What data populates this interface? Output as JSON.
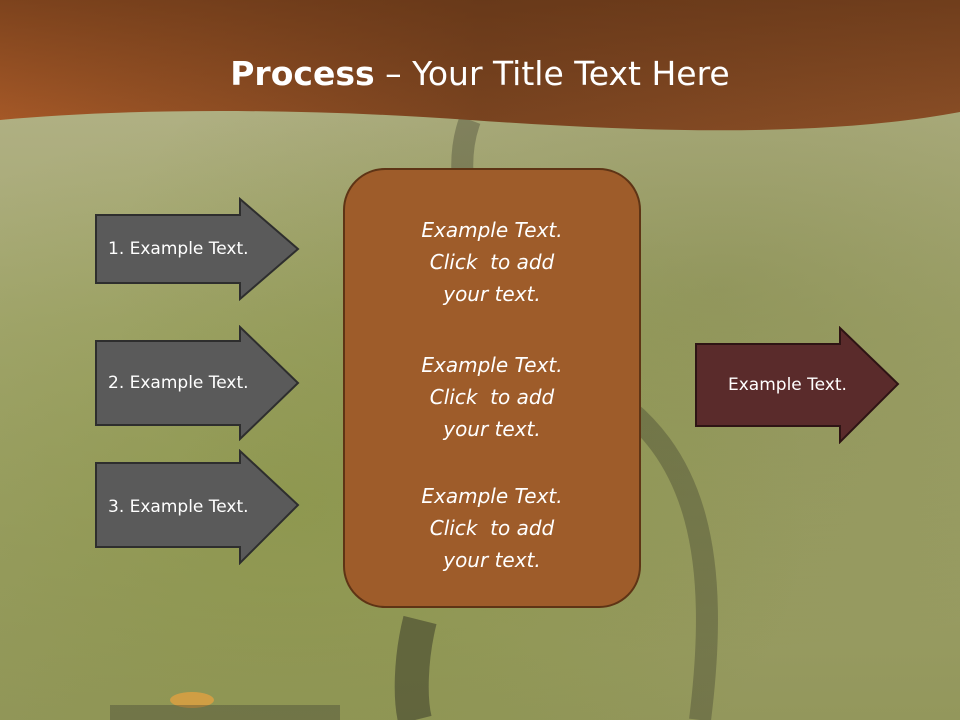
{
  "title": {
    "bold": "Process",
    "rest": " – Your Title Text Here"
  },
  "left_arrows": [
    {
      "label": "1. Example Text."
    },
    {
      "label": "2. Example Text."
    },
    {
      "label": "3. Example Text."
    }
  ],
  "center_box": {
    "items": [
      {
        "line1": "Example Text.",
        "line2": "Click  to add",
        "line3": "your text."
      },
      {
        "line1": "Example Text.",
        "line2": "Click  to add",
        "line3": "your text."
      },
      {
        "line1": "Example Text.",
        "line2": "Click  to add",
        "line3": "your text."
      }
    ]
  },
  "right_arrow": {
    "label": "Example Text."
  },
  "colors": {
    "header": "#8a4b22",
    "left_arrow_fill": "#5a5a5a",
    "center_box_fill": "#9e5c2a",
    "right_arrow_fill": "#5a2b2b"
  }
}
